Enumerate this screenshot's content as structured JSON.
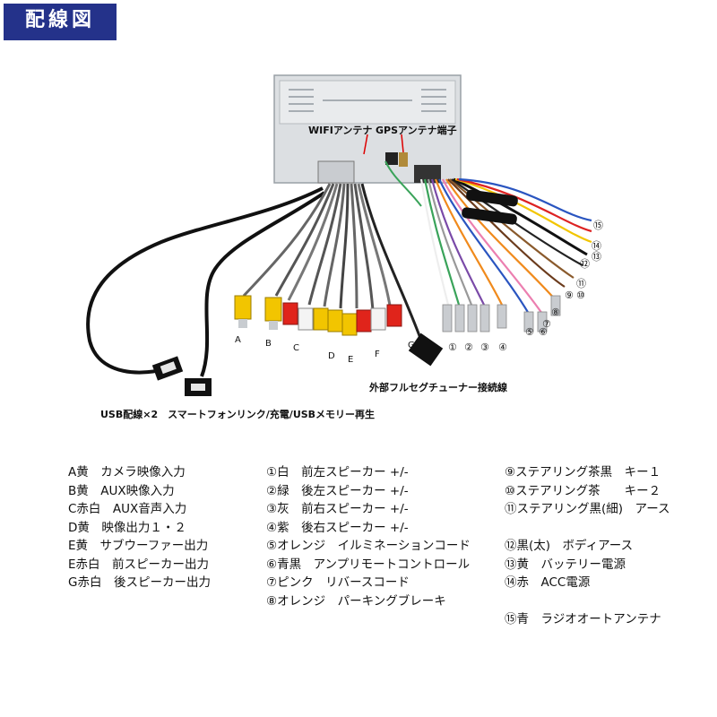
{
  "title": "配線図",
  "photo_labels": {
    "wifi": "WIFIアンテナ",
    "gps": "GPSアンテナ端子",
    "tuner": "外部フルセグチューナー接続線",
    "usb": "USB配線×2　スマートフォンリンク/充電/USBメモリー再生",
    "letters": [
      "A",
      "B",
      "C",
      "D",
      "E",
      "F",
      "G"
    ],
    "numbers": [
      "①",
      "②",
      "③",
      "④",
      "⑤",
      "⑥",
      "⑦",
      "⑧",
      "⑨",
      "⑩",
      "⑪",
      "⑫",
      "⑬",
      "⑭",
      "⑮"
    ]
  },
  "legend": {
    "col1": [
      "A黄　カメラ映像入力",
      "B黄　AUX映像入力",
      "C赤白　AUX音声入力",
      "D黄　映像出力１・２",
      "E黄　サブウーファー出力",
      "E赤白　前スピーカー出力",
      "G赤白　後スピーカー出力"
    ],
    "col2": [
      "①白　前左スピーカー +/-",
      "②緑　後左スピーカー +/-",
      "③灰　前右スピーカー +/-",
      "④紫　後右スピーカー +/-",
      "⑤オレンジ　イルミネーションコード",
      "⑥青黒　アンプリモートコントロール",
      "⑦ピンク　リバースコード",
      "⑧オレンジ　パーキングブレーキ"
    ],
    "col3": [
      "⑨ステアリング茶黒　キー１",
      "⑩ステアリング茶　　キー２",
      "⑪ステアリング黒(細)　アース",
      "",
      "⑫黒(太)　ボディアース",
      "⑬黄　バッテリー電源",
      "⑭赤　ACC電源",
      "",
      "⑮青　ラジオオートアンテナ"
    ]
  }
}
